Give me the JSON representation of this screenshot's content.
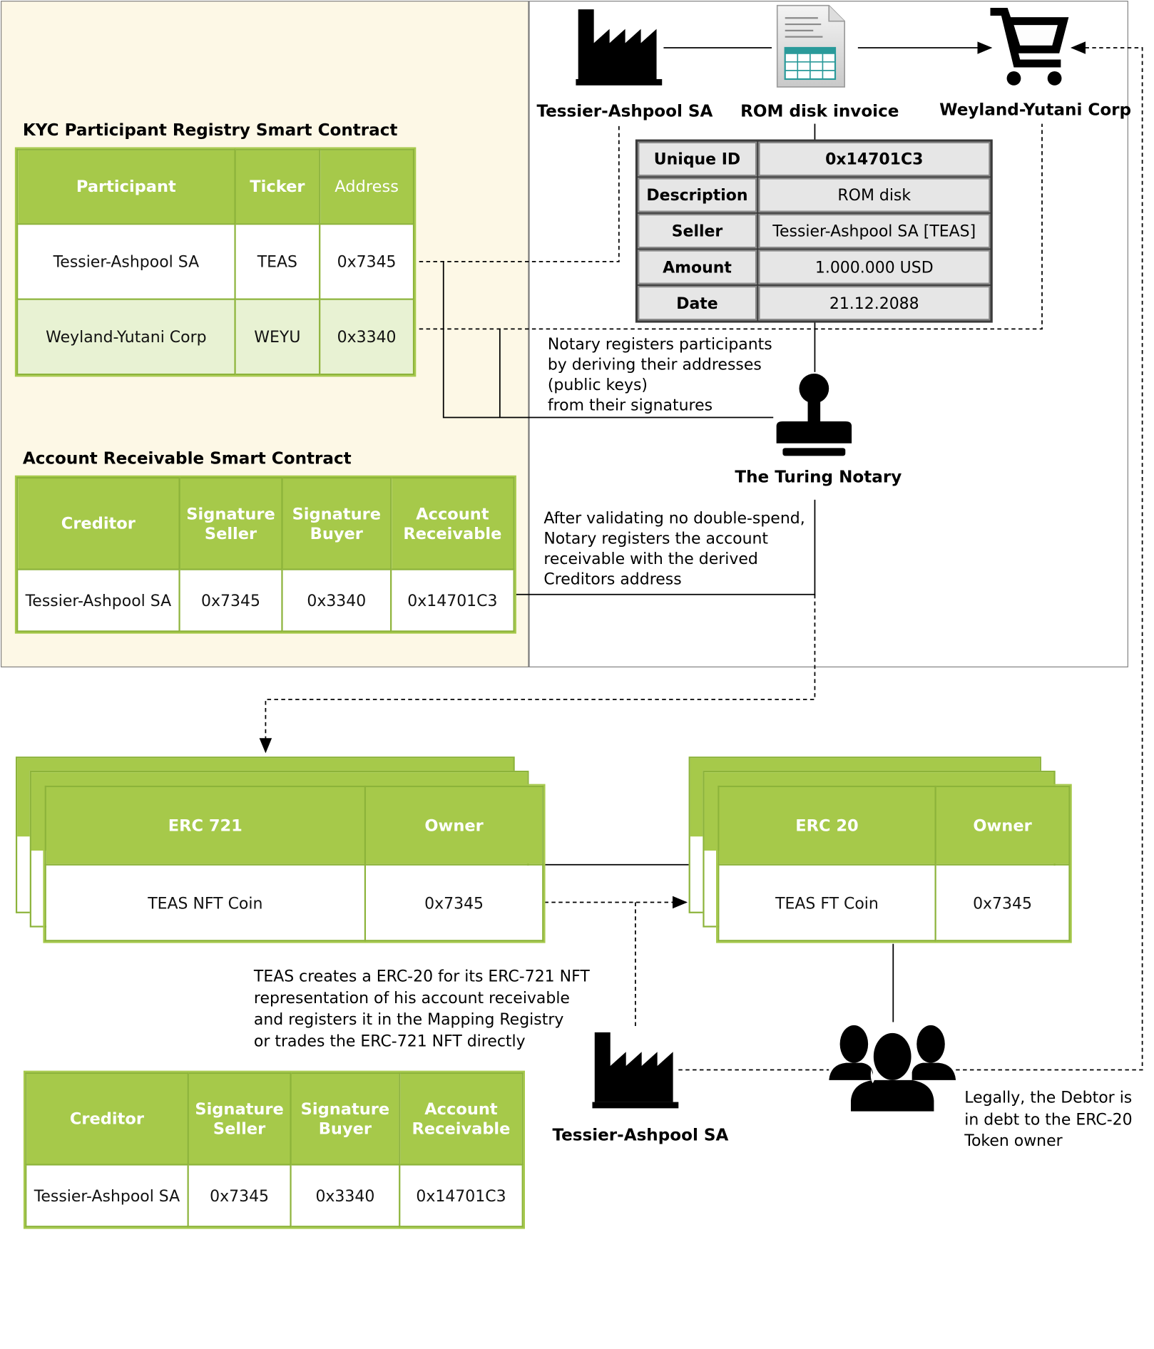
{
  "kyc": {
    "title": "KYC Participant Registry Smart Contract",
    "headers": [
      "Participant",
      "Ticker",
      "Address"
    ],
    "rows": [
      [
        "Tessier-Ashpool SA",
        "TEAS",
        "0x7345"
      ],
      [
        "Weyland-Yutani Corp",
        "WEYU",
        "0x3340"
      ]
    ]
  },
  "ar": {
    "title": "Account Receivable Smart Contract",
    "headers": [
      "Creditor",
      "Signature Seller",
      "Signature Buyer",
      "Account Receivable"
    ],
    "row": [
      "Tessier-Ashpool SA",
      "0x7345",
      "0x3340",
      "0x14701C3"
    ]
  },
  "top_nodes": {
    "seller": "Tessier-Ashpool SA",
    "invoice": "ROM disk invoice",
    "buyer": "Weyland-Yutani Corp"
  },
  "invoice": {
    "rows": [
      [
        "Unique ID",
        "0x14701C3"
      ],
      [
        "Description",
        "ROM disk"
      ],
      [
        "Seller",
        "Tessier-Ashpool SA [TEAS]"
      ],
      [
        "Amount",
        "1.000.000 USD"
      ],
      [
        "Date",
        "21.12.2088"
      ]
    ]
  },
  "notary": {
    "label": "The Turing Notary",
    "note1": [
      "Notary registers participants",
      "by deriving their addresses",
      "(public keys)",
      "from their signatures"
    ],
    "note2": [
      "After validating no double-spend,",
      "Notary registers the account",
      "receivable with the derived",
      "Creditors address"
    ]
  },
  "erc721": {
    "headers": [
      "ERC 721",
      "Owner"
    ],
    "row": [
      "TEAS NFT Coin",
      "0x7345"
    ]
  },
  "erc20": {
    "headers": [
      "ERC 20",
      "Owner"
    ],
    "row": [
      "TEAS FT Coin",
      "0x7345"
    ]
  },
  "mapping_note": [
    "TEAS creates a ERC-20 for its ERC-721 NFT",
    "representation of his account receivable",
    "and registers it in the Mapping Registry",
    "or trades the ERC-721 NFT directly"
  ],
  "bottom_ar": {
    "headers": [
      "Creditor",
      "Signature Seller",
      "Signature Buyer",
      "Account Receivable"
    ],
    "row": [
      "Tessier-Ashpool SA",
      "0x7345",
      "0x3340",
      "0x14701C3"
    ]
  },
  "bottom_seller": "Tessier-Ashpool SA",
  "debtor_note": [
    "Legally, the Debtor is",
    "in debt to the ERC-20",
    "Token owner"
  ],
  "icons": {
    "factory": "factory-icon",
    "document": "invoice-document-icon",
    "cart": "shopping-cart-icon",
    "stamp": "notary-stamp-icon",
    "group": "token-holders-group-icon"
  },
  "colors": {
    "header_green": "#a6c94a",
    "row_alt": "#e8f2d3",
    "panel": "#fdf8e6"
  }
}
